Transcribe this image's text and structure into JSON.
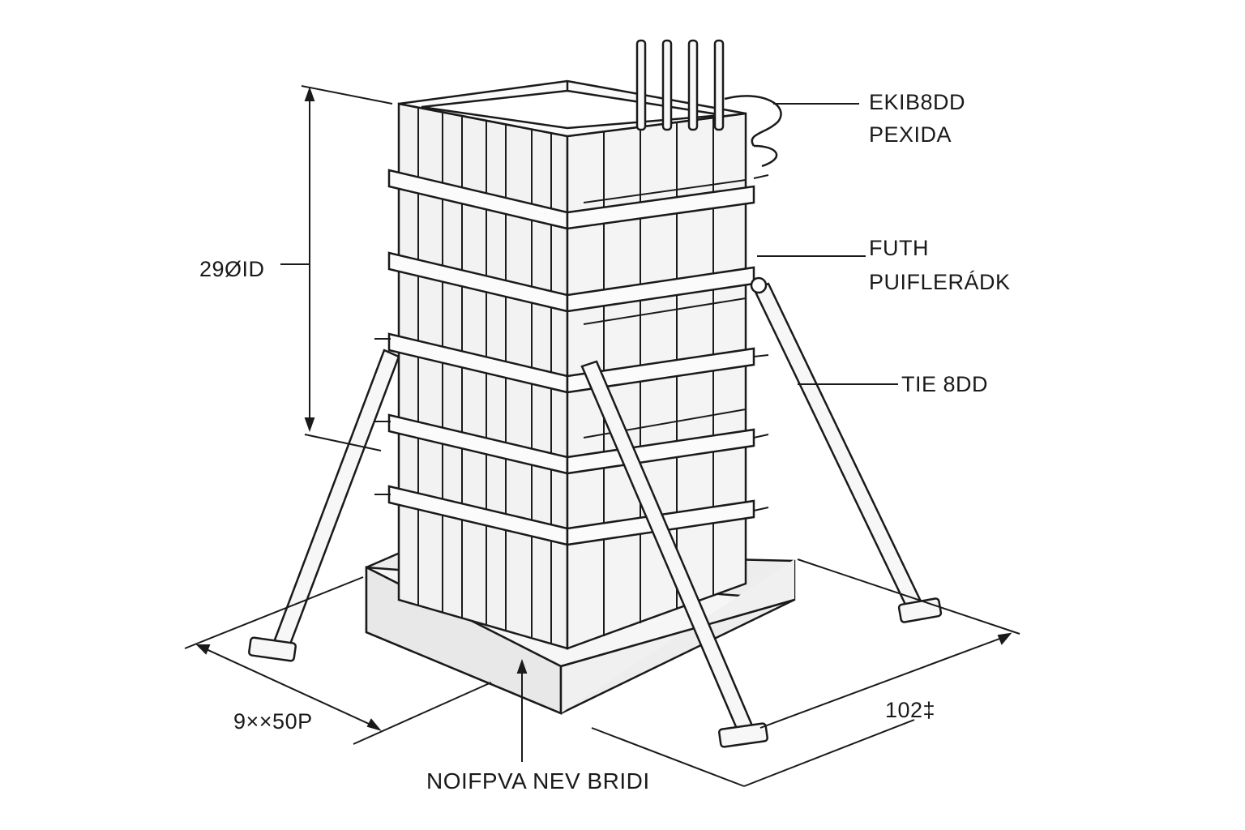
{
  "callouts": {
    "top_right_line1": "EKIB8DD",
    "top_right_line2": "PEXIDA",
    "mid_right_line1": "FUTH",
    "mid_right_line2": "PUIFLERÁDK",
    "tie_rod": "TIE 8DD",
    "height_dim": "29ØID",
    "left_width_dim": "9××50P",
    "right_width_dim": "102‡",
    "bottom_base": "NOIFPVA NEV BRIDI"
  },
  "colors": {
    "ink": "#1a1a1a",
    "panel_fill": "#f2f2f2",
    "base_fill": "#ededed",
    "background": "#ffffff"
  }
}
